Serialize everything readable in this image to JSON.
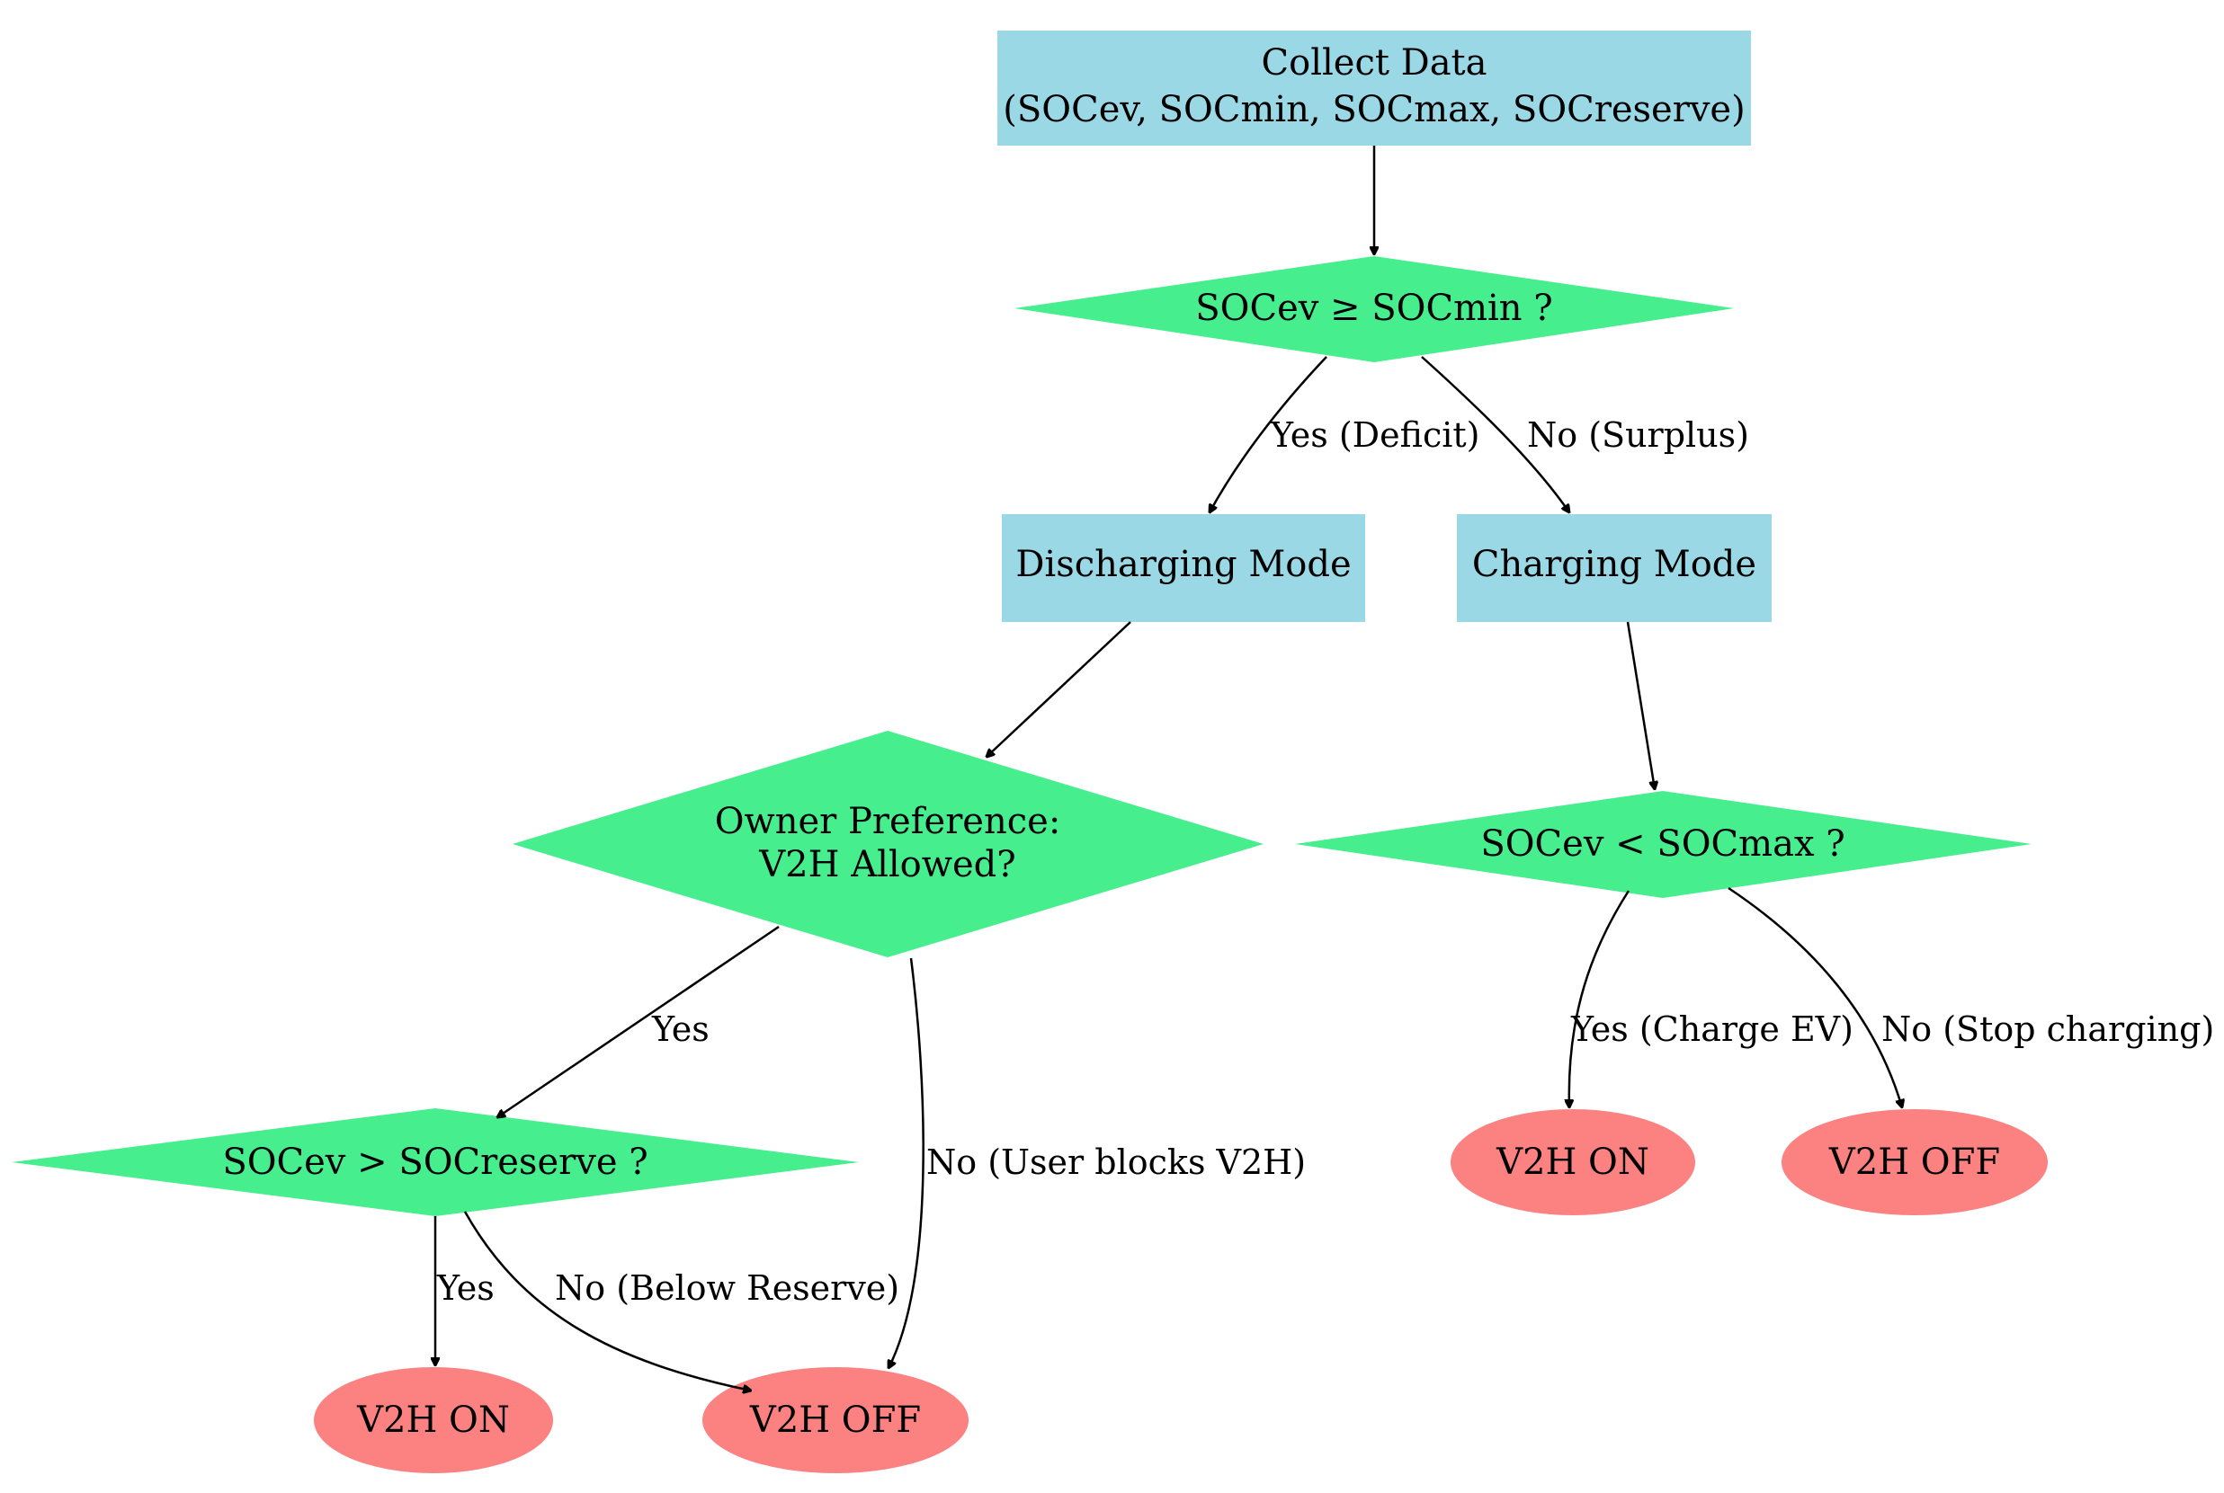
{
  "colors": {
    "process": "#9ad8e6",
    "decision": "#46ee8e",
    "terminal": "#fc8181",
    "edge": "#000000"
  },
  "nodes": {
    "collect": {
      "line1": "Collect Data",
      "line2": "(SOCev, SOCmin, SOCmax, SOCreserve)"
    },
    "check_min": {
      "label": "SOCev ≥ SOCmin ?"
    },
    "discharging": {
      "label": "Discharging Mode"
    },
    "charging": {
      "label": "Charging Mode"
    },
    "owner": {
      "line1": "Owner Preference:",
      "line2": "V2H Allowed?"
    },
    "check_max": {
      "label": "SOCev < SOCmax ?"
    },
    "check_reserve": {
      "label": "SOCev > SOCreserve ?"
    },
    "on_reserve": {
      "label": "V2H ON"
    },
    "off_discharge": {
      "label": "V2H OFF"
    },
    "on_charge": {
      "label": "V2H ON"
    },
    "off_charge": {
      "label": "V2H OFF"
    }
  },
  "edges": {
    "yes_deficit": "Yes (Deficit)",
    "no_surplus": "No (Surplus)",
    "yes_owner": "Yes",
    "no_user_blocks": "No (User blocks V2H)",
    "yes_charge_ev": "Yes (Charge EV)",
    "no_stop_charging": "No (Stop charging)",
    "yes_reserve": "Yes",
    "no_below_reserve": "No (Below Reserve)"
  }
}
